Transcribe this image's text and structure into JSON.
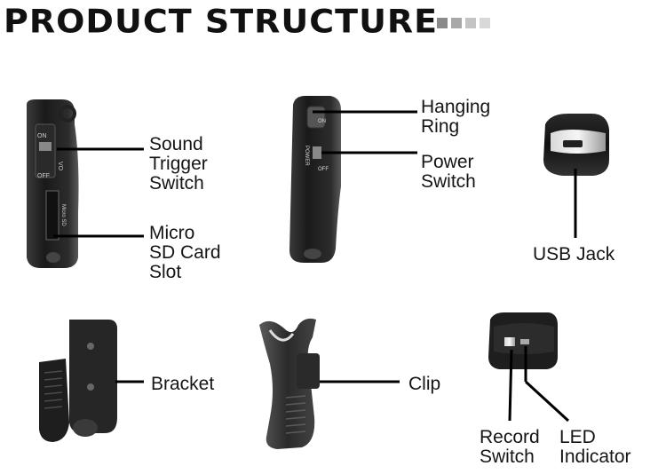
{
  "title": "PRODUCT  STRUCTURE",
  "title_squares_colors": [
    "#8a8a8a",
    "#a8a8a8",
    "#c4c4c4",
    "#d8d8d8"
  ],
  "device_text": {
    "on": "ON",
    "off": "OFF",
    "vo": "VO",
    "micro_sd": "Micro SD",
    "power": "POWER"
  },
  "labels": {
    "sound_trigger": "Sound\nTrigger\nSwitch",
    "micro_sd_slot": "Micro\nSD Card\nSlot",
    "hanging_ring": "Hanging\nRing",
    "power_switch": "Power\nSwitch",
    "usb_jack": "USB Jack",
    "bracket": "Bracket",
    "clip": "Clip",
    "record_switch": "Record\nSwitch",
    "led_indicator": "LED\nIndicator"
  },
  "colors": {
    "device_dark": "#1c1c1c",
    "device_mid": "#4a4a4a",
    "leader": "#000000"
  }
}
